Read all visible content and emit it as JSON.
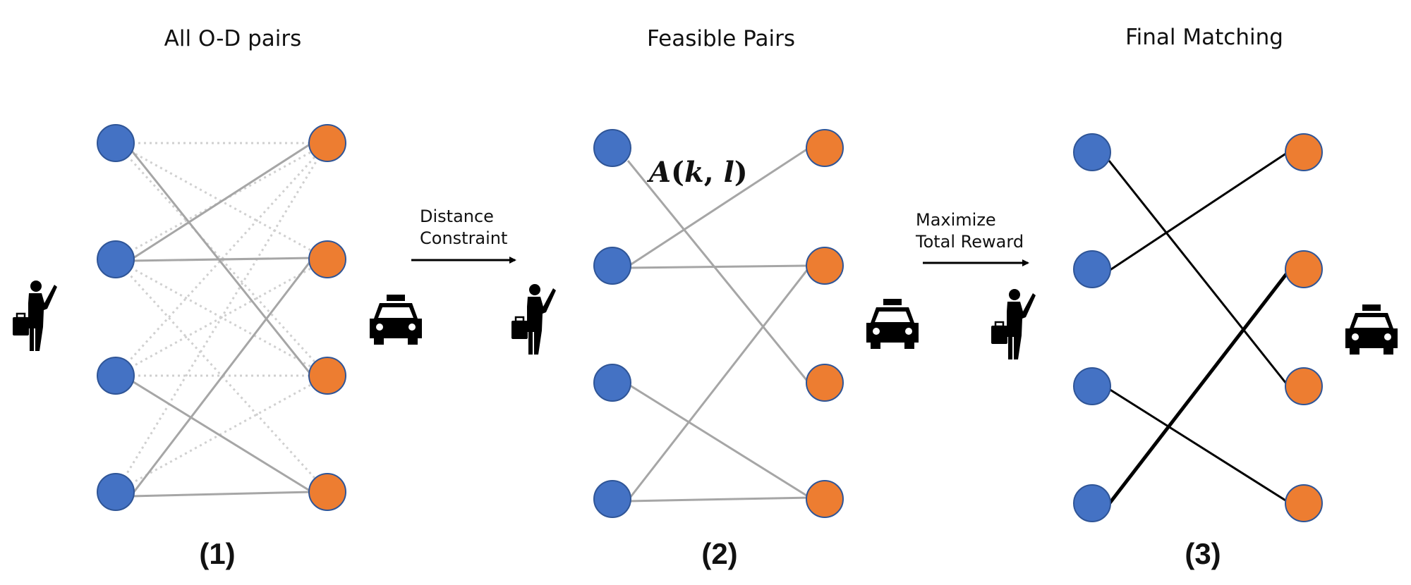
{
  "panels": [
    {
      "title": "All O-D pairs",
      "label": "(1)"
    },
    {
      "title": "Feasible Pairs",
      "label": "(2)",
      "formula": {
        "fn": "A",
        "k": "k",
        "l": "l"
      }
    },
    {
      "title": "Final Matching",
      "label": "(3)"
    }
  ],
  "arrows": [
    {
      "line1": "Distance",
      "line2": "Constraint"
    },
    {
      "line1": "Maximize",
      "line2": "Total Reward"
    }
  ],
  "colors": {
    "origin_node": "#4472C4",
    "destination_node": "#ED7D31",
    "node_stroke": "#2F5597",
    "feasible_edge": "#A6A6A6",
    "infeasible_edge": "#D0D0D0",
    "matched_edge": "#000000"
  },
  "icons": {
    "passenger": "passenger-icon",
    "taxi": "taxi-icon"
  }
}
